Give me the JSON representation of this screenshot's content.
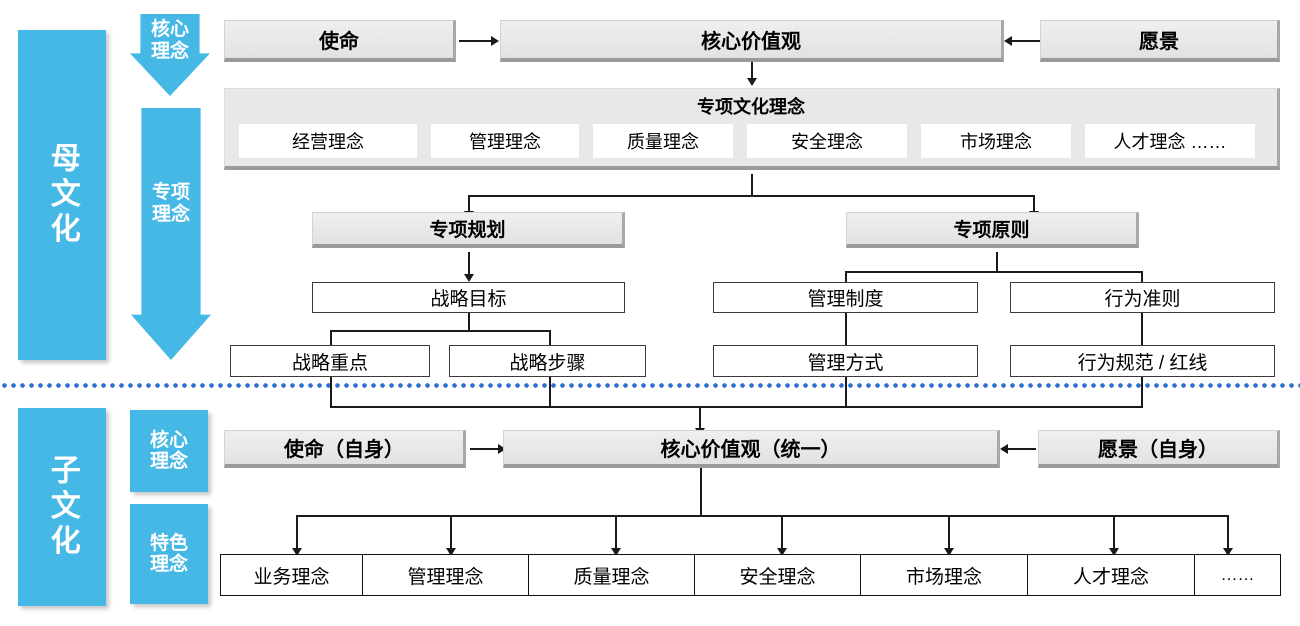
{
  "colors": {
    "brand_blue": "#45b8e6",
    "divider_blue": "#2f6fd0",
    "box_grey": "#e8e8e8",
    "line_black": "#1a1a1a"
  },
  "parent_culture": {
    "side_label": "母文化",
    "bands": [
      {
        "label": "核心理念",
        "line1": "核心",
        "line2": "理念"
      },
      {
        "label": "专项理念",
        "line1": "专项",
        "line2": "理念"
      }
    ],
    "row_top": {
      "mission": "使命",
      "core_values": "核心价值观",
      "vision": "愿景"
    },
    "special_culture": {
      "title": "专项文化理念",
      "items": [
        "经营理念",
        "管理理念",
        "质量理念",
        "安全理念",
        "市场理念",
        "人才理念 ……"
      ]
    },
    "branches": {
      "left": {
        "title": "专项规划",
        "level2": "战略目标",
        "level3": [
          "战略重点",
          "战略步骤"
        ]
      },
      "right": {
        "title": "专项原则",
        "level2": [
          "管理制度",
          "行为准则"
        ],
        "level3": [
          "管理方式",
          "行为规范 / 红线"
        ]
      }
    }
  },
  "child_culture": {
    "side_label": "子文化",
    "bands": [
      {
        "label": "核心理念",
        "line1": "核心",
        "line2": "理念"
      },
      {
        "label": "特色理念",
        "line1": "特色",
        "line2": "理念"
      }
    ],
    "row_top": {
      "mission": "使命（自身）",
      "core_values": "核心价值观（统一）",
      "vision": "愿景（自身）"
    },
    "items": [
      "业务理念",
      "管理理念",
      "质量理念",
      "安全理念",
      "市场理念",
      "人才理念",
      "……"
    ]
  }
}
